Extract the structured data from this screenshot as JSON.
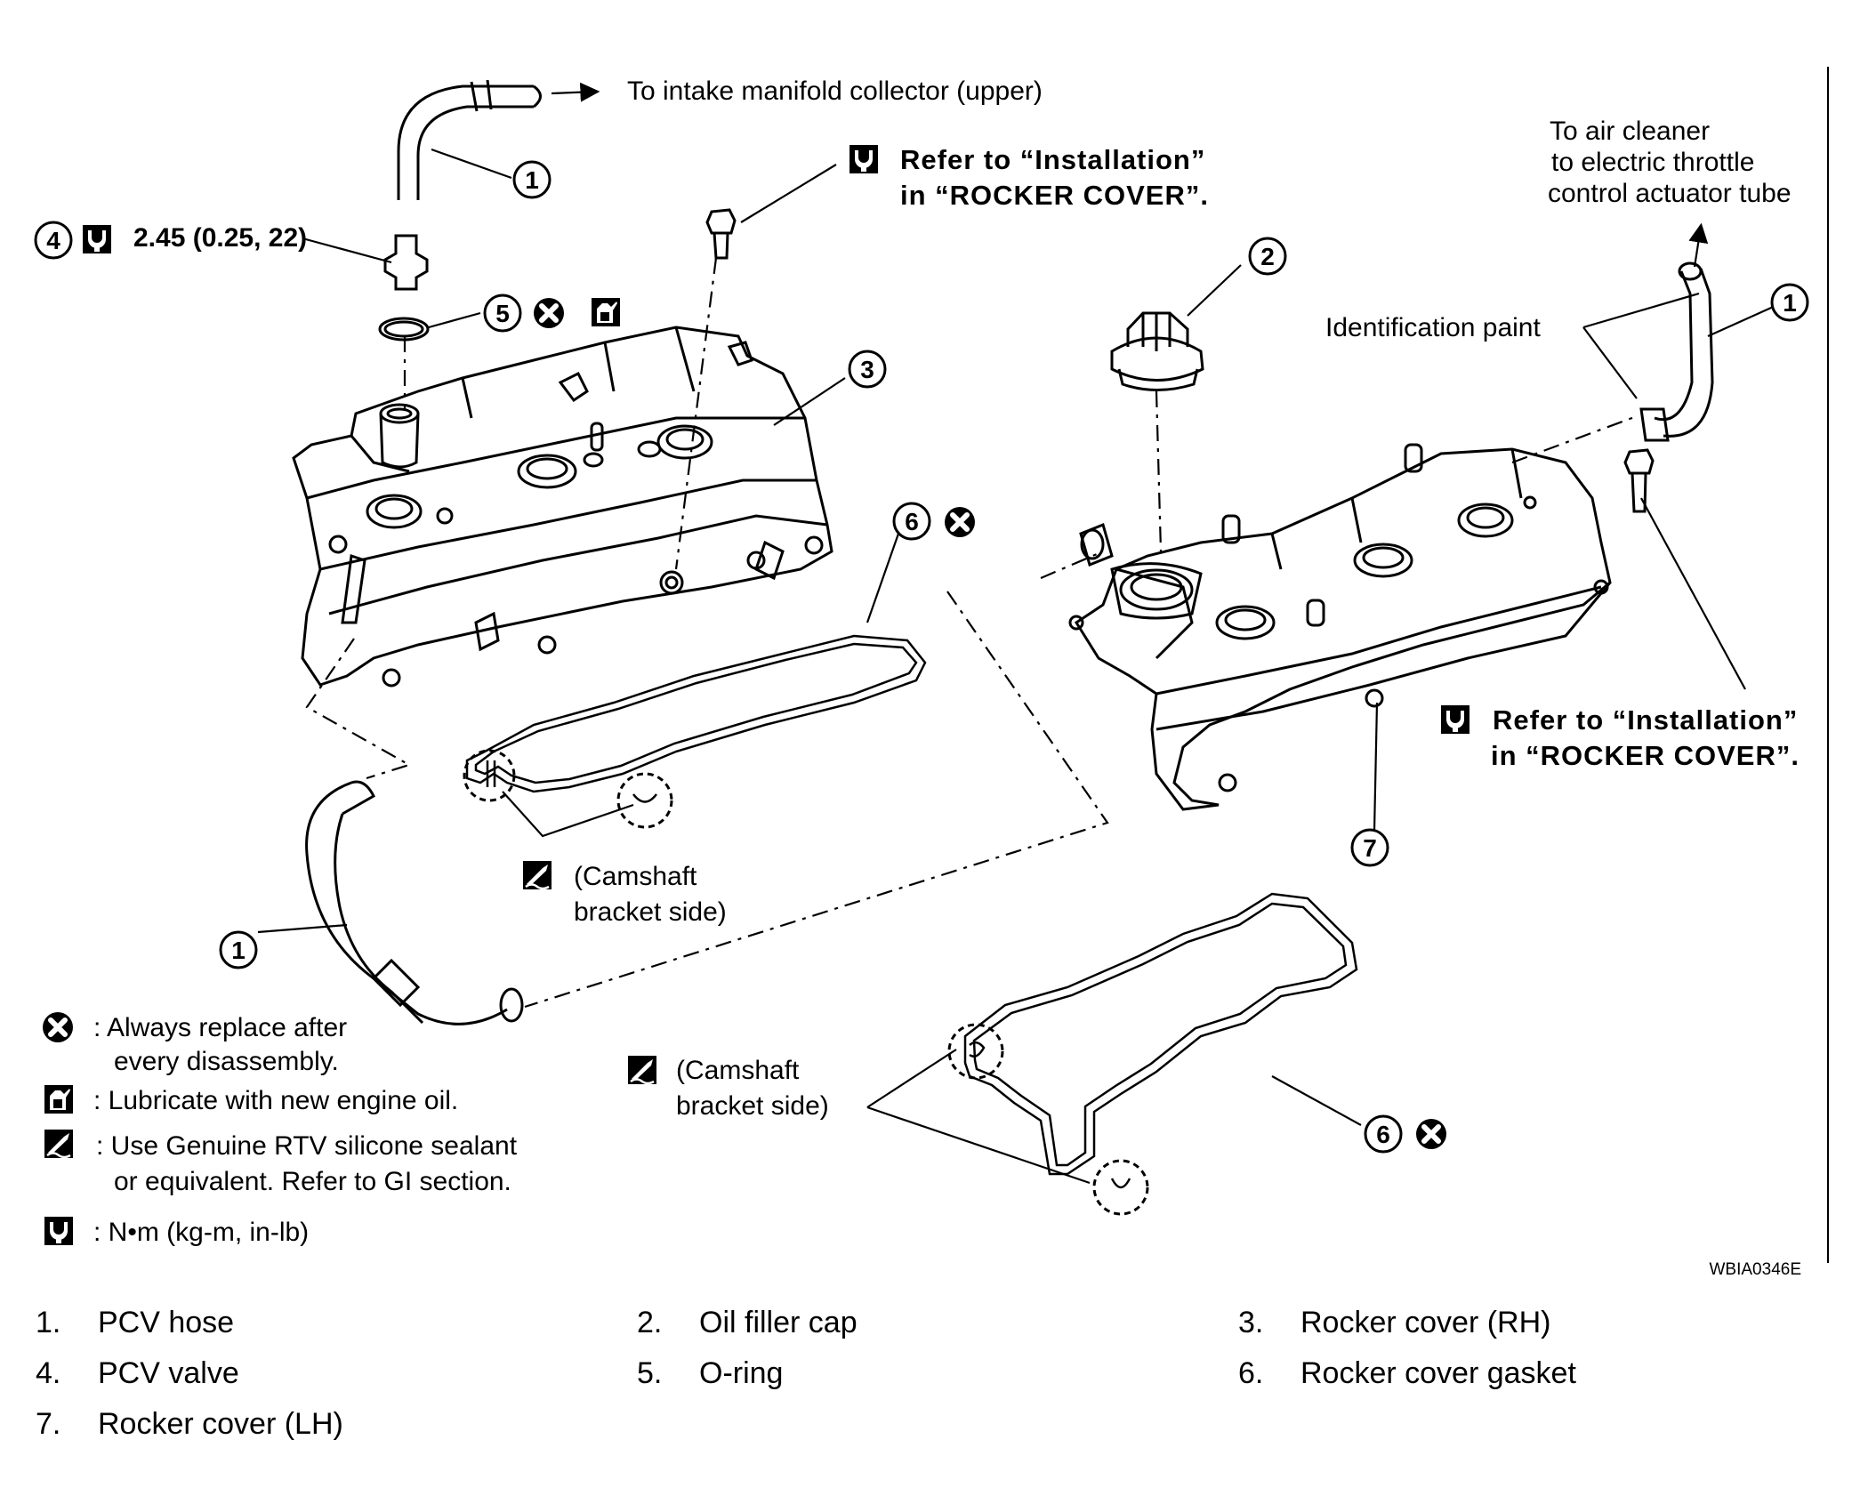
{
  "figure_id": "WBIA0346E",
  "callouts": {
    "to_intake": "To intake manifold collector (upper)",
    "air_cleaner_1": "To air cleaner",
    "air_cleaner_2": "to electric throttle",
    "air_cleaner_3": "control actuator tube",
    "refer_1a": "Refer to “Installation”",
    "refer_1b": "in “ROCKER COVER”.",
    "refer_2a": "Refer to “Installation”",
    "refer_2b": "in “ROCKER COVER”.",
    "torque": "2.45 (0.25, 22)",
    "identification_paint": "Identification paint",
    "camshaft_1a": "(Camshaft",
    "camshaft_1b": "bracket side)",
    "camshaft_2a": "(Camshaft",
    "camshaft_2b": "bracket side)"
  },
  "legend": {
    "replace_1": ": Always replace after",
    "replace_2": "every disassembly.",
    "lubricate": ": Lubricate with new engine oil.",
    "sealant_1": ": Use Genuine RTV silicone sealant",
    "sealant_2": "or equivalent. Refer to GI section.",
    "torque_unit": ":  N•m  (kg-m,  in-lb)"
  },
  "part_numbers": [
    "1",
    "2",
    "3",
    "4",
    "5",
    "6",
    "7"
  ],
  "parts": [
    {
      "num": "1.",
      "name": "PCV hose"
    },
    {
      "num": "2.",
      "name": "Oil filler cap"
    },
    {
      "num": "3.",
      "name": "Rocker cover (RH)"
    },
    {
      "num": "4.",
      "name": "PCV valve"
    },
    {
      "num": "5.",
      "name": "O-ring"
    },
    {
      "num": "6.",
      "name": "Rocker cover gasket"
    },
    {
      "num": "7.",
      "name": "Rocker cover (LH)"
    }
  ],
  "icons": {
    "torque": "torque-wrench-icon",
    "replace": "replace-x-icon",
    "lubricate": "oil-can-icon",
    "sealant": "sealant-tube-icon"
  },
  "colors": {
    "ink": "#000000",
    "paper": "#ffffff"
  }
}
